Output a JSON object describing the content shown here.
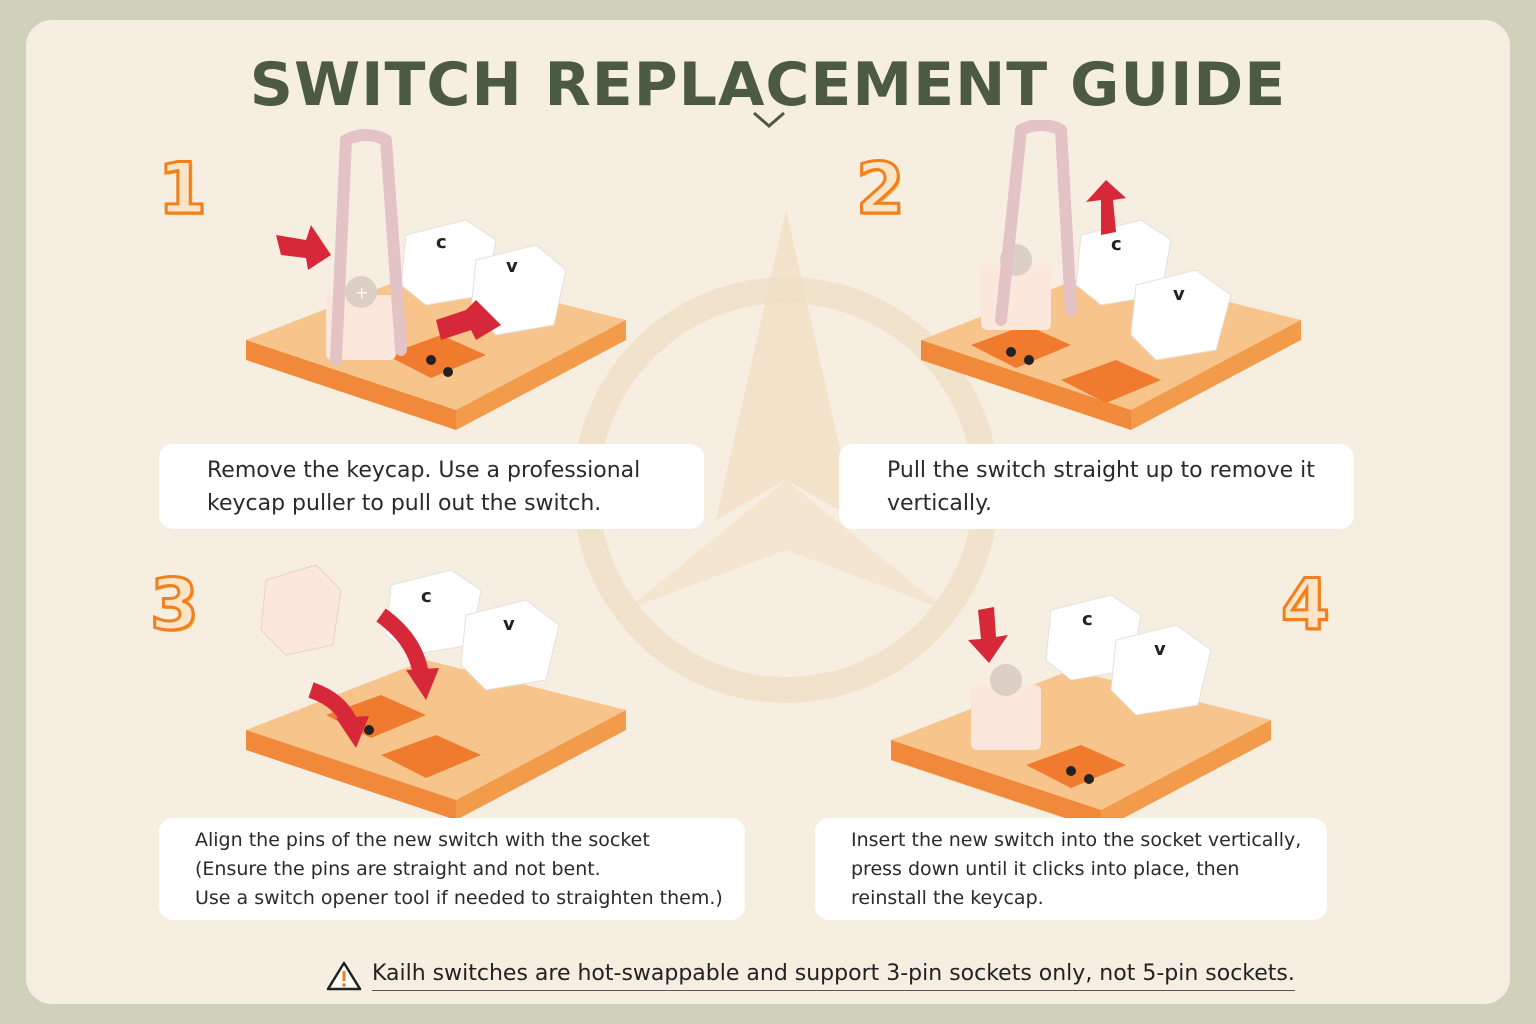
{
  "title": "SWITCH REPLACEMENT GUIDE",
  "steps": [
    {
      "number": "1",
      "lines": [
        "Remove the keycap. Use a professional",
        "keycap puller to pull out the switch."
      ]
    },
    {
      "number": "2",
      "lines": [
        "Pull the switch straight up to remove it",
        "vertically."
      ]
    },
    {
      "number": "3",
      "lines": [
        "Align the pins of the new switch with the socket",
        "(Ensure the pins are straight and not bent.",
        "Use a switch opener tool if needed to straighten them.)"
      ]
    },
    {
      "number": "4",
      "lines": [
        "Insert the new switch into the socket vertically,",
        "press down until it clicks into place, then",
        "reinstall the keycap."
      ]
    }
  ],
  "keycap_letters": {
    "c": "c",
    "v": "v"
  },
  "footer": {
    "icon": "warning-icon",
    "text": "Kailh switches are hot-swappable and support 3-pin sockets only, not 5-pin sockets."
  },
  "colors": {
    "title": "#4c5a43",
    "plate": "#f7c48c",
    "plate_edge": "#f08a3a",
    "arrow": "#d62839",
    "number_stroke": "#f07f1e"
  }
}
